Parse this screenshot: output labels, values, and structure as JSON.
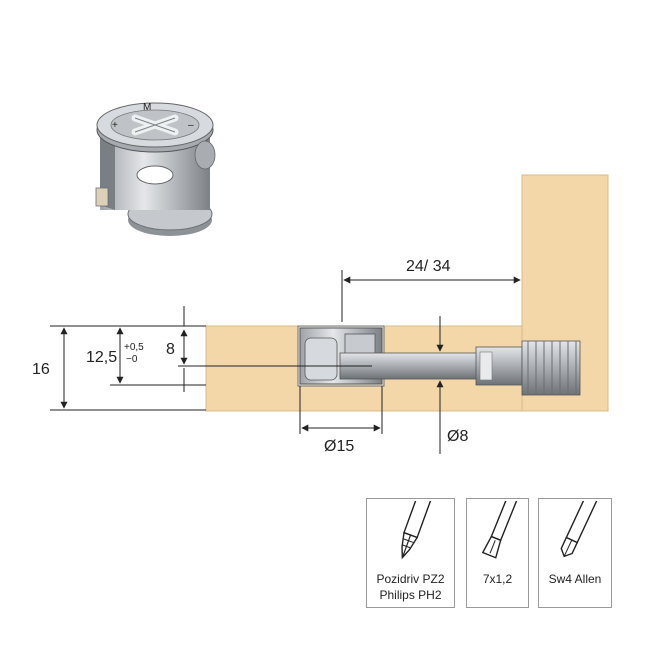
{
  "dimensions": {
    "total_height": "16",
    "depth": "12,5",
    "tol_plus": "+0,5",
    "tol_minus": "−0",
    "offset": "8",
    "distance": "24/ 34",
    "diameter_cam": "Ø15",
    "diameter_bolt": "Ø8"
  },
  "tools": [
    {
      "icon": "pozidriv-bit-icon",
      "label_line1": "Pozidriv PZ2",
      "label_line2": "Philips PH2"
    },
    {
      "icon": "flat-screwdriver-icon",
      "label_line1": "7x1,2",
      "label_line2": ""
    },
    {
      "icon": "hex-key-icon",
      "label_line1": "Sw4 Allen",
      "label_line2": ""
    }
  ],
  "colors": {
    "wood": "#f4d7a8",
    "wood_edge": "#d9bb8b",
    "metal": "#b9bcc0",
    "metal_dark": "#6e7378",
    "line": "#222222"
  }
}
